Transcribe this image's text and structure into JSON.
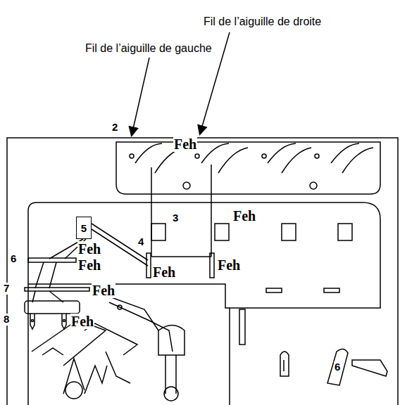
{
  "diagram": {
    "nodes": [
      {
        "text": [
          "5"
        ]
      }
    ],
    "labels": [
      "Fil de l’aiguille de droite",
      "Fil de l’aiguille de gauche",
      "2",
      "Feh",
      "3",
      "Feh",
      "4",
      "Feh",
      "6",
      "Feh",
      "Feh",
      "Feh",
      "7",
      "Feh",
      "8",
      "Feh",
      "6"
    ]
  }
}
